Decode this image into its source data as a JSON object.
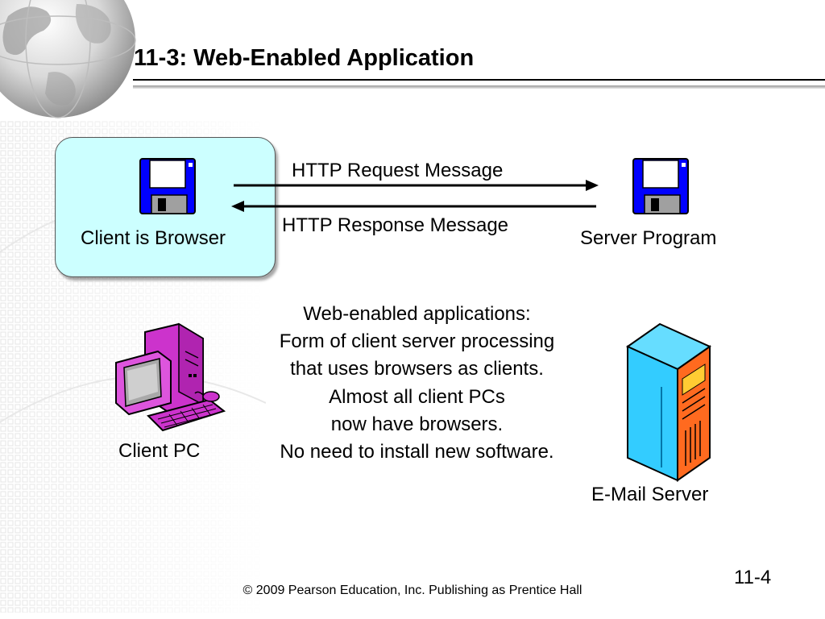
{
  "slide": {
    "title": "11-3: Web-Enabled Application",
    "number": "11-4",
    "footer": "© 2009 Pearson Education, Inc.  Publishing as Prentice Hall"
  },
  "diagram": {
    "client_label": "Client is Browser",
    "server_label": "Server Program",
    "request_label": "HTTP Request Message",
    "response_label": "HTTP Response Message",
    "client_box_color": "#ccffff",
    "floppy_color": "#0000ff"
  },
  "description": {
    "lines": [
      "Web-enabled applications:",
      "Form of client server processing",
      "that uses browsers as clients.",
      "Almost all client PCs",
      "now have browsers.",
      "No need to install new software."
    ]
  },
  "clipart": {
    "client_pc_label": "Client PC",
    "email_server_label": "E-Mail Server",
    "pc_color": "#cc33cc",
    "server_color": "#33ccff"
  },
  "icons": [
    "globe-icon",
    "floppy-disk-icon",
    "desktop-computer-icon",
    "server-tower-icon"
  ]
}
